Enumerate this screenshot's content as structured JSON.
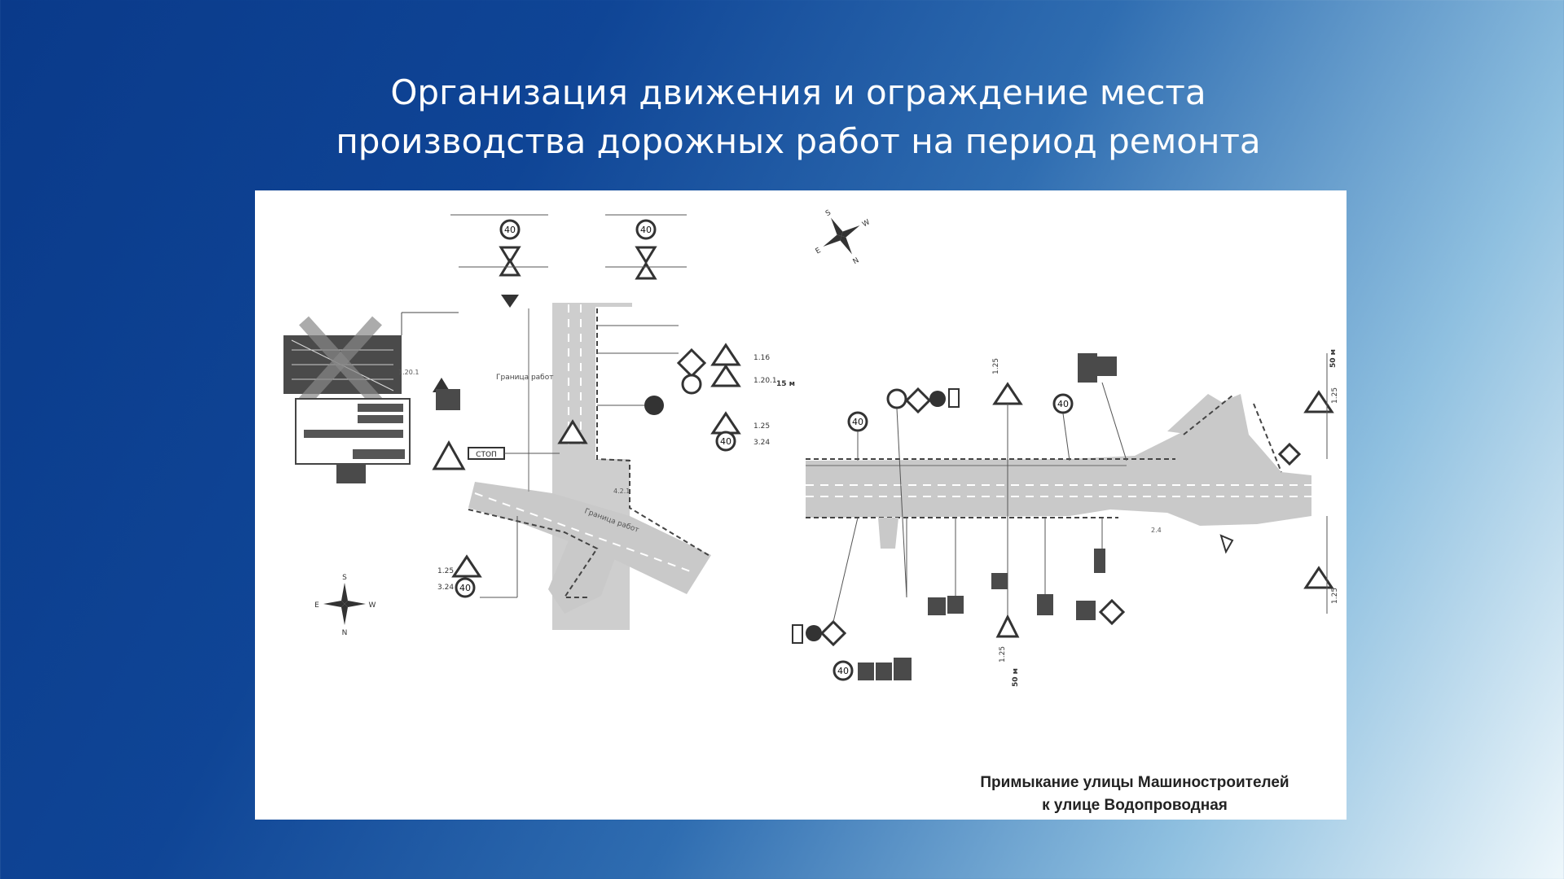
{
  "slide": {
    "title_line1": "Организация движения и ограждение места",
    "title_line2": "производства дорожных работ на период ремонта"
  },
  "diagram": {
    "caption_line1": "Примыкание улицы Машиностроителей",
    "caption_line2": "к улице Водопроводная",
    "speed_limit": "40",
    "work_zone_label_1": "Граница работ",
    "work_zone_label_2": "Граница работ",
    "detour_sign": "СТОП",
    "sign_codes": {
      "s1": "1.25",
      "s2": "3.24",
      "s3": "1.20.1",
      "s4": "1.16",
      "s5": "4.2.1",
      "s6": "1.25",
      "s7": "3.24",
      "s8": "2.4",
      "s9": "1.20.1",
      "s10": "1.25",
      "s11": "1.25",
      "s12": "1.25",
      "s13": "1.25"
    },
    "distances": {
      "d1": "15 м",
      "d2": "50 м",
      "d3": "50 м"
    },
    "compass_letters": {
      "n": "N",
      "s": "S",
      "w": "W",
      "e": "E"
    },
    "colors": {
      "road": "#c9c9c9",
      "ink": "#444444",
      "sign_dark": "#4a4a4a"
    }
  }
}
